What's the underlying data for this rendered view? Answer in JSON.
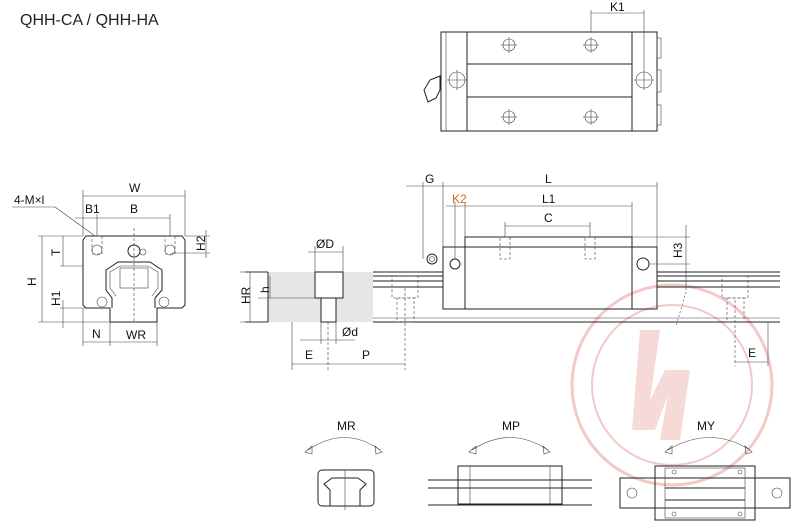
{
  "title": "QHH-CA / QHH-HA",
  "colors": {
    "line": "#222222",
    "watermark": "#f2c9c6",
    "k2_label": "#c8701a",
    "rail_section": "#e6e6e6"
  },
  "top_view": {
    "labels": {
      "k1": "K1"
    }
  },
  "end_view": {
    "labels": {
      "w": "W",
      "b1": "B1",
      "b": "B",
      "mxl": "4-M×l",
      "t": "T",
      "h": "H",
      "h1": "H1",
      "h2": "H2",
      "n": "N",
      "wr": "WR"
    }
  },
  "side_view": {
    "labels": {
      "g": "G",
      "l": "L",
      "k2": "K2",
      "l1": "L1",
      "c": "C",
      "h3": "H3",
      "d_big": "ØD",
      "d_small": "Ød",
      "h_small": "h",
      "hr": "HR",
      "e_left": "E",
      "p": "P",
      "e_right": "E"
    }
  },
  "moments": [
    {
      "label": "MR",
      "view": "end"
    },
    {
      "label": "MP",
      "view": "side"
    },
    {
      "label": "MY",
      "view": "top"
    }
  ],
  "watermark": "hy logo"
}
